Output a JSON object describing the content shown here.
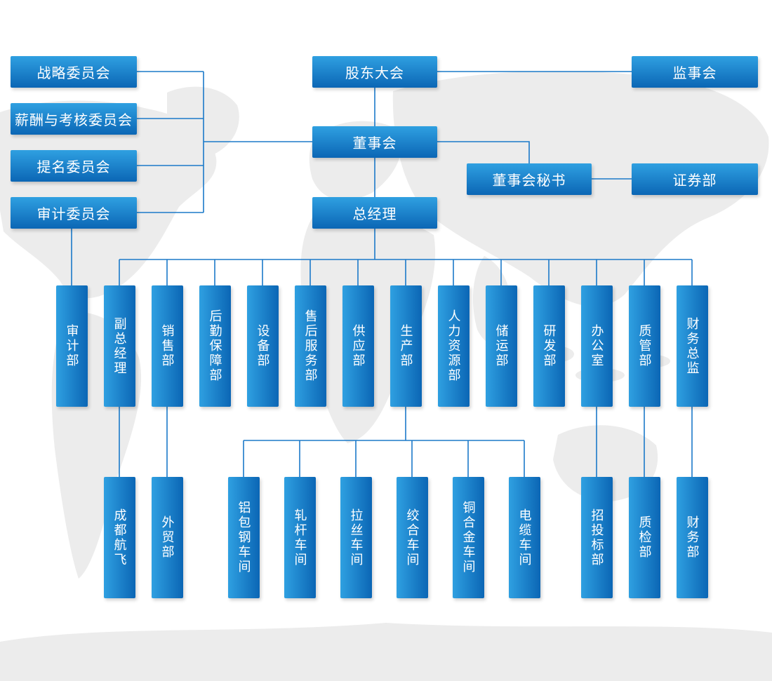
{
  "colors": {
    "background": "#ffffff",
    "map_fill": "#ececec",
    "line": "#1b7ac9",
    "box_text": "#ffffff",
    "box_gradient_start": "#2fa0e1",
    "box_gradient_end": "#0b66b5"
  },
  "top_level": {
    "shareholders_meeting": "股东大会",
    "supervisory_board": "监事会",
    "board_of_directors": "董事会",
    "board_secretary": "董事会秘书",
    "securities_dept": "证券部",
    "general_manager": "总经理"
  },
  "committees": [
    {
      "label": "战略委员会"
    },
    {
      "label": "薪酬与考核委员会"
    },
    {
      "label": "提名委员会"
    },
    {
      "label": "审计委员会"
    }
  ],
  "departments": [
    {
      "label": "审计部",
      "reports_to": "审计委员会"
    },
    {
      "label": "副总经理",
      "reports_to": "总经理"
    },
    {
      "label": "销售部",
      "reports_to": "总经理"
    },
    {
      "label": "后勤保障部",
      "reports_to": "总经理"
    },
    {
      "label": "设备部",
      "reports_to": "总经理"
    },
    {
      "label": "售后服务部",
      "reports_to": "总经理"
    },
    {
      "label": "供应部",
      "reports_to": "总经理"
    },
    {
      "label": "生产部",
      "reports_to": "总经理"
    },
    {
      "label": "人力资源部",
      "reports_to": "总经理"
    },
    {
      "label": "储运部",
      "reports_to": "总经理"
    },
    {
      "label": "研发部",
      "reports_to": "总经理"
    },
    {
      "label": "办公室",
      "reports_to": "总经理"
    },
    {
      "label": "质管部",
      "reports_to": "总经理"
    },
    {
      "label": "财务总监",
      "reports_to": "总经理"
    }
  ],
  "sub_units": [
    {
      "label": "成都航飞",
      "reports_to": "副总经理"
    },
    {
      "label": "外贸部",
      "reports_to": "销售部"
    },
    {
      "label": "铝包钢车间",
      "reports_to": "生产部"
    },
    {
      "label": "轧杆车间",
      "reports_to": "生产部"
    },
    {
      "label": "拉丝车间",
      "reports_to": "生产部"
    },
    {
      "label": "绞合车间",
      "reports_to": "生产部"
    },
    {
      "label": "铜合金车间",
      "reports_to": "生产部"
    },
    {
      "label": "电缆车间",
      "reports_to": "生产部"
    },
    {
      "label": "招投标部",
      "reports_to": "办公室"
    },
    {
      "label": "质检部",
      "reports_to": "质管部"
    },
    {
      "label": "财务部",
      "reports_to": "财务总监"
    }
  ]
}
